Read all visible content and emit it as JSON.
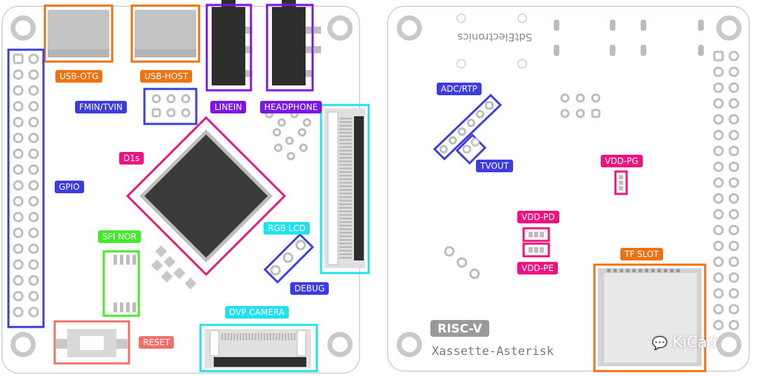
{
  "colors": {
    "orange": "#ef7211",
    "purple": "#7b17e6",
    "blue": "#3c3ce0",
    "cyan": "#22e1ee",
    "pink": "#ed1481",
    "green": "#44ea2a",
    "salmon": "#f07068",
    "board": "#ffffff",
    "pad": "#bdbdbd",
    "chip": "#3a3a3a"
  },
  "left_board": {
    "labels": {
      "usb_otg": "USB-OTG",
      "usb_host": "USB-HOST",
      "linein": "LINEIN",
      "headphone": "HEADPHONE",
      "fmin_tvin": "FMIN/TVIN",
      "d1s": "D1s",
      "gpio": "GPIO",
      "spi_nor": "SPI NOR",
      "rgb_lcd": "RGB LCD",
      "debug": "DEBUG",
      "dvp_camera": "DVP CAMERA",
      "reset": "RESET"
    }
  },
  "right_board": {
    "silkscreen_top": "SdtElectronics",
    "labels": {
      "adc_rtp": "ADC/RTP",
      "tvout": "TVOUT",
      "vdd_pg": "VDD-PG",
      "vdd_pd": "VDD-PD",
      "vdd_pe": "VDD-PE",
      "tf_slot": "TF SLOT"
    },
    "logo": "RISC-V",
    "board_name": "Xassette-Asterisk"
  },
  "watermark": "KiCad"
}
